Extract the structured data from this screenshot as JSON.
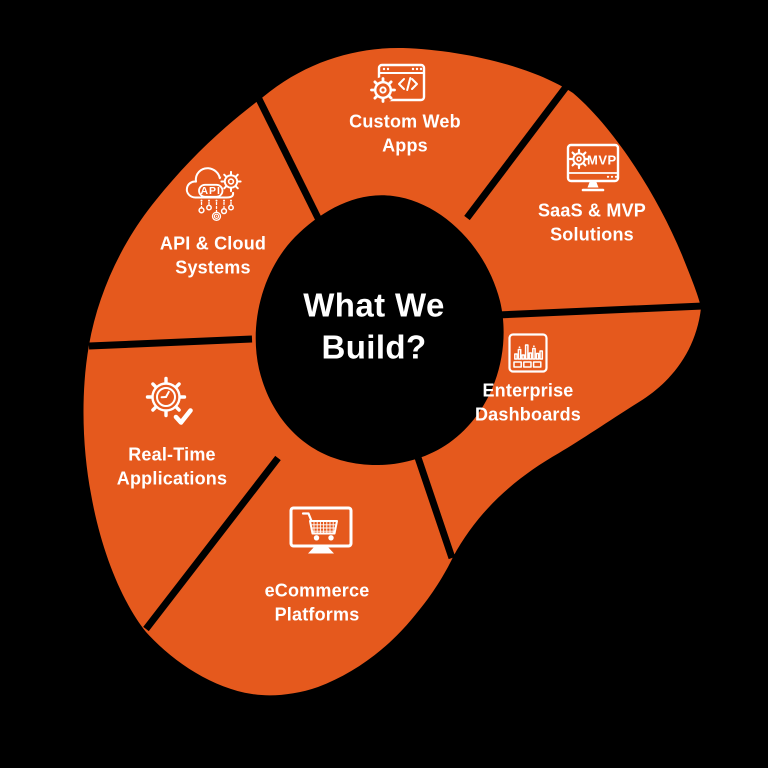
{
  "title": {
    "line1": "What We",
    "line2": "Build?"
  },
  "segments": [
    {
      "name": "custom-web-apps",
      "line1": "Custom Web",
      "line2": "Apps",
      "icon": "browser-code-gear-icon"
    },
    {
      "name": "saas-mvp-solutions",
      "line1": "SaaS & MVP",
      "line2": "Solutions",
      "icon": "mvp-monitor-gear-icon",
      "icon_text": "MVP"
    },
    {
      "name": "enterprise-dashboards",
      "line1": "Enterprise",
      "line2": "Dashboards",
      "icon": "bar-chart-icon"
    },
    {
      "name": "ecommerce-platforms",
      "line1": "eCommerce",
      "line2": "Platforms",
      "icon": "shopping-cart-monitor-icon"
    },
    {
      "name": "real-time-applications",
      "line1": "Real-Time",
      "line2": "Applications",
      "icon": "gear-clock-check-icon"
    },
    {
      "name": "api-cloud-systems",
      "line1": "API & Cloud",
      "line2": "Systems",
      "icon": "cloud-api-gear-icon",
      "icon_text": "API"
    }
  ],
  "colors": {
    "background": "#000000",
    "blob_orange": "#E5591D",
    "center_blob": "#000000",
    "divider": "#000000",
    "text": "#FFFFFF"
  }
}
